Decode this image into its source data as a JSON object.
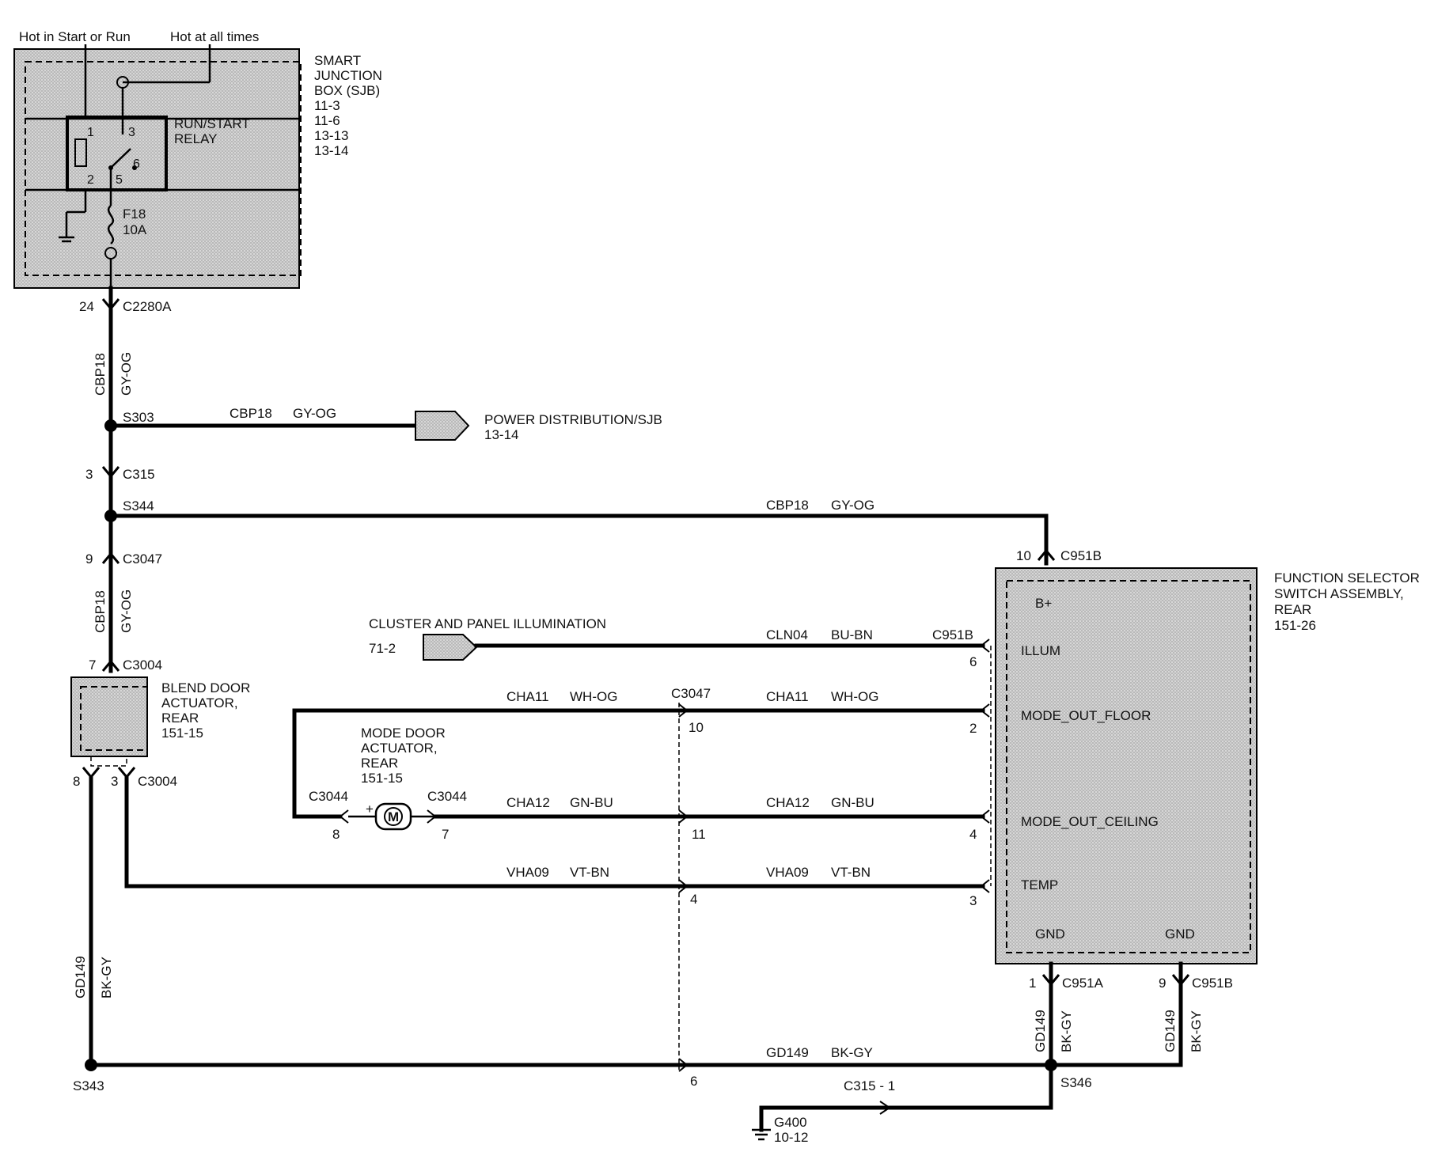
{
  "labels": {
    "hot_start_run": "Hot in Start or Run",
    "hot_all_times": "Hot at all times"
  },
  "sjb": {
    "title_lines": [
      "SMART",
      "JUNCTION",
      "BOX (SJB)",
      "11-3",
      "11-6",
      "13-13",
      "13-14"
    ],
    "relay_lines": [
      "RUN/START",
      "RELAY"
    ],
    "relay_pins": [
      "1",
      "2",
      "3",
      "5",
      "6"
    ],
    "fuse_lines": [
      "F18",
      "10A"
    ]
  },
  "connectors": {
    "c2280a": {
      "pin": "24",
      "name": "C2280A"
    },
    "c315": {
      "pin": "3",
      "name": "C315"
    },
    "c3047_top": {
      "pin": "9",
      "name": "C3047"
    },
    "c3004_top": {
      "pin": "7",
      "name": "C3004"
    },
    "c3004_bottom": {
      "pin_left": "8",
      "pin_right": "3",
      "name": "C3004"
    },
    "c951b_top": {
      "pin": "10",
      "name": "C951B"
    },
    "c951b_illum": {
      "pin": "6",
      "name": "C951B"
    },
    "c3047_mid": {
      "name": "C3047",
      "pins": [
        "10",
        "11",
        "4",
        "6"
      ]
    },
    "c3044_left": {
      "pin": "8",
      "name": "C3044"
    },
    "c3044_right": {
      "pin": "7",
      "name": "C3044"
    },
    "c951a_bottom": {
      "pin": "1",
      "name": "C951A"
    },
    "c951b_bottom": {
      "pin": "9",
      "name": "C951B"
    },
    "selector_pins": [
      "2",
      "4",
      "3"
    ],
    "c315_1": "C315  -  1"
  },
  "splices": {
    "s303": "S303",
    "s344": "S344",
    "s343": "S343",
    "s346": "S346"
  },
  "wires": {
    "cbp18": "CBP18",
    "gy_og": "GY-OG",
    "cln04": "CLN04",
    "bu_bn": "BU-BN",
    "cha11": "CHA11",
    "wh_og": "WH-OG",
    "cha12": "CHA12",
    "gn_bu": "GN-BU",
    "vha09": "VHA09",
    "vt_bn": "VT-BN",
    "gd149": "GD149",
    "bk_gy": "BK-GY"
  },
  "components": {
    "power_dist": [
      "POWER DISTRIBUTION/SJB",
      "13-14"
    ],
    "cluster": [
      "CLUSTER AND PANEL ILLUMINATION",
      "71-2"
    ],
    "blend_door": [
      "BLEND DOOR",
      "ACTUATOR,",
      "REAR",
      "151-15"
    ],
    "mode_door": [
      "MODE DOOR",
      "ACTUATOR,",
      "REAR",
      "151-15"
    ],
    "function_selector": [
      "FUNCTION SELECTOR",
      "SWITCH ASSEMBLY,",
      "REAR",
      "151-26"
    ],
    "selector_pins_labels": {
      "b_plus": "B+",
      "illum": "ILLUM",
      "mode_floor": "MODE_OUT_FLOOR",
      "mode_ceiling": "MODE_OUT_CEILING",
      "temp": "TEMP",
      "gnd": "GND"
    },
    "motor_symbol": "M",
    "motor_polarity": "+",
    "ground": [
      "G400",
      "10-12"
    ]
  }
}
